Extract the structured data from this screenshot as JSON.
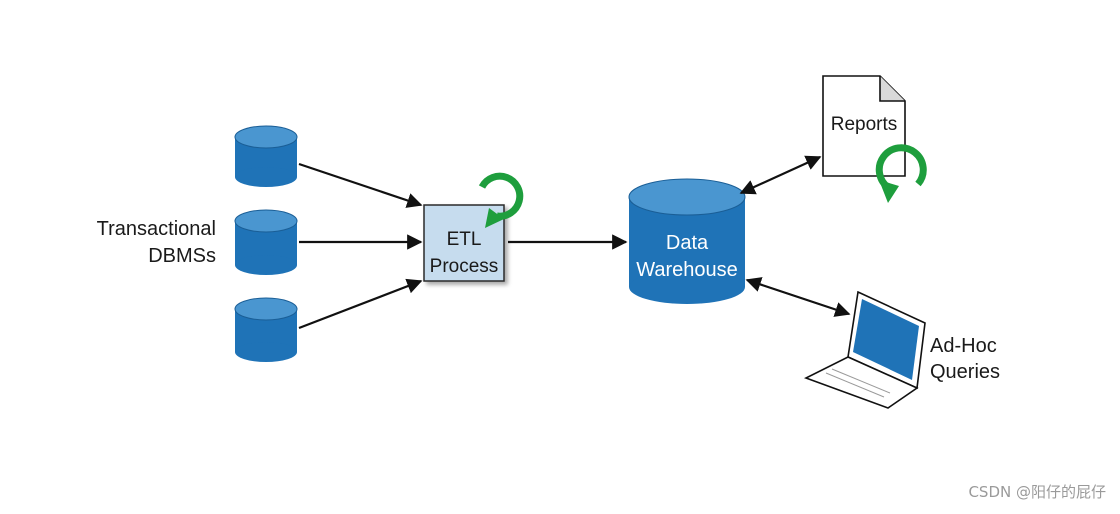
{
  "diagram": {
    "sources_label_line1": "Transactional",
    "sources_label_line2": "DBMSs",
    "etl_line1": "ETL",
    "etl_line2": "Process",
    "warehouse_line1": "Data",
    "warehouse_line2": "Warehouse",
    "reports_label": "Reports",
    "adhoc_line1": "Ad-Hoc",
    "adhoc_line2": "Queries",
    "icons": [
      "database-icon",
      "refresh-icon",
      "document-icon",
      "laptop-icon"
    ],
    "colors": {
      "database_blue": "#1f73b7",
      "database_top": "#4a96d0",
      "etl_box": "#c6dcee",
      "refresh_green": "#1e9e3d",
      "arrow": "#111111"
    }
  },
  "watermark": "CSDN @阳仔的屁仔"
}
